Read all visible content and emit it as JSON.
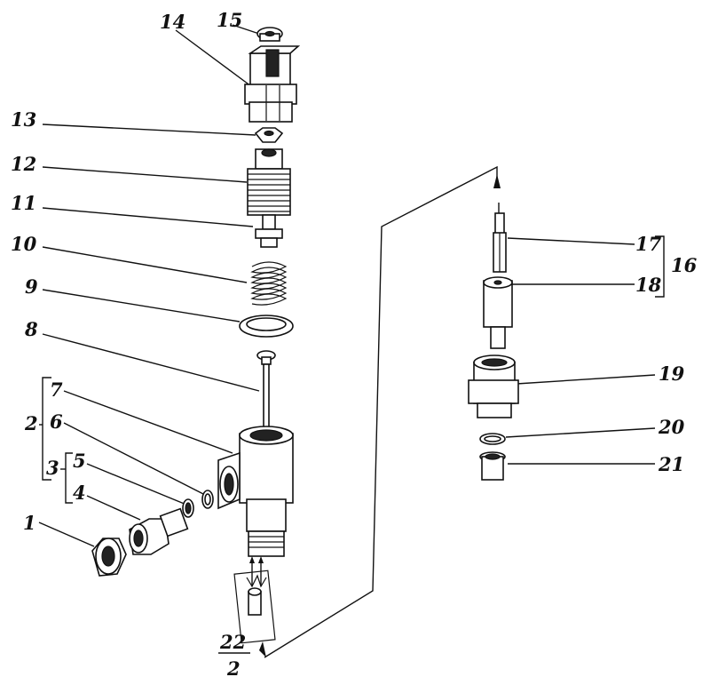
{
  "labels": {
    "l1": "1",
    "l2": "2",
    "l3": "3",
    "l4": "4",
    "l5": "5",
    "l6": "6",
    "l7": "7",
    "l8": "8",
    "l9": "9",
    "l10": "10",
    "l11": "11",
    "l12": "12",
    "l13": "13",
    "l14": "14",
    "l15": "15",
    "l16": "16",
    "l17": "17",
    "l18": "18",
    "l19": "19",
    "l20": "20",
    "l21": "21",
    "l22": "22",
    "l22_denominator": "2"
  }
}
